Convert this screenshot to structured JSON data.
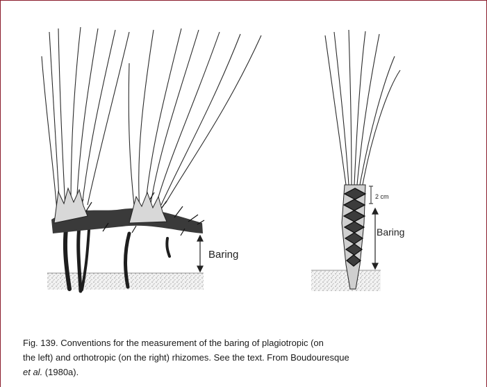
{
  "figure": {
    "left_drawing": {
      "label": "Baring"
    },
    "right_drawing": {
      "label": "Baring",
      "scale_label": "2 cm"
    }
  },
  "caption": {
    "part1": "Fig. 139.  Conventions for the measurement of the baring of  plagiotropic (on",
    "part2": "the left) and orthotropic (on the right) rhizomes. See the text. From Boudouresque",
    "italic": "et al.",
    "part3": " (1980a)."
  },
  "colors": {
    "frame": "#8a1c2c",
    "ink": "#222222",
    "sediment": "#bdbdbd"
  }
}
